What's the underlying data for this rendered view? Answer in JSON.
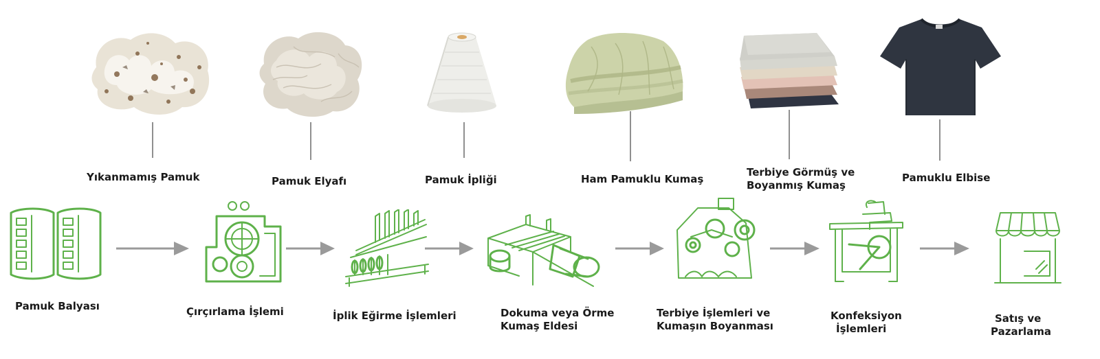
{
  "products": [
    {
      "name": "Yıkanmamış Pamuk",
      "lines": [
        "Yıkanmamış Pamuk"
      ],
      "icon": "raw-cotton"
    },
    {
      "name": "Pamuk Elyafı",
      "lines": [
        "Pamuk Elyafı"
      ],
      "icon": "cotton-fiber"
    },
    {
      "name": "Pamuk İpliği",
      "lines": [
        "Pamuk İpliği"
      ],
      "icon": "yarn-cone"
    },
    {
      "name": "Ham Pamuklu Kumaş",
      "lines": [
        "Ham Pamuklu Kumaş"
      ],
      "icon": "raw-fabric"
    },
    {
      "name": "Terbiye Görmüş ve Boyanmış Kumaş",
      "lines": [
        "Terbiye Görmüş ve",
        "Boyanmış Kumaş"
      ],
      "icon": "dyed-fabric-stack"
    },
    {
      "name": "Pamuklu Elbise",
      "lines": [
        "Pamuklu Elbise"
      ],
      "icon": "t-shirt"
    }
  ],
  "steps": [
    {
      "lines": [
        "Pamuk Balyası"
      ],
      "icon": "cotton-bale-icon"
    },
    {
      "lines": [
        "Çırçırlama İşlemi"
      ],
      "icon": "ginning-machine-icon"
    },
    {
      "lines": [
        "İplik Eğirme İşlemleri"
      ],
      "icon": "spinning-machine-icon"
    },
    {
      "lines": [
        "Dokuma veya Örme",
        "Kumaş Eldesi"
      ],
      "icon": "loom-icon"
    },
    {
      "lines": [
        "Terbiye İşlemleri ve",
        "Kumaşın Boyanması"
      ],
      "icon": "dyeing-machine-icon"
    },
    {
      "lines": [
        "Konfeksiyon",
        "İşlemleri"
      ],
      "icon": "sewing-machine-icon"
    },
    {
      "lines": [
        "Satış ve",
        "Pazarlama"
      ],
      "icon": "shop-icon"
    }
  ],
  "colors": {
    "icon_green": "#5eb14a",
    "arrow_gray": "#9a9a9a",
    "connector_gray": "#8f8f8f",
    "text": "#1a1a1a"
  }
}
